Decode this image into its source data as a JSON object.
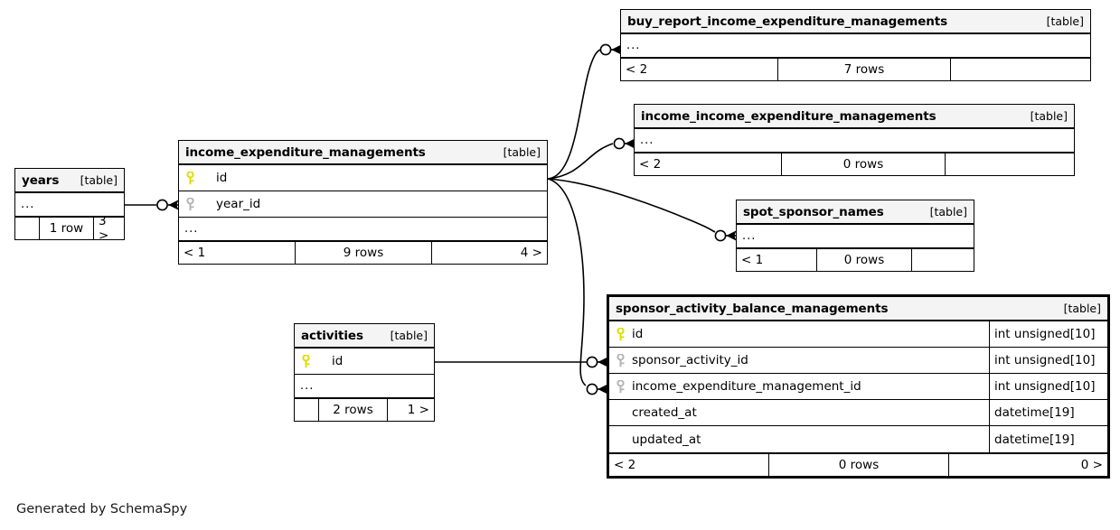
{
  "diagram": {
    "type": "schemaspy-er-diagram",
    "credit": "Generated by SchemaSpy",
    "table_tag": "[table]",
    "ellipsis": "...",
    "colors": {
      "background": "#ffffff",
      "header_fill": "#f4f4f4",
      "border": "#000000",
      "primary_key_icon": "#e8e800",
      "foreign_key_icon": "#b3b3b3",
      "edge": "#000000"
    }
  },
  "tables": {
    "years": {
      "name": "years",
      "tag": "[table]",
      "rows": [
        {
          "label": "...",
          "key": "none",
          "type": ""
        }
      ],
      "footer": {
        "left": "",
        "center": "1 row",
        "right": "3 >"
      }
    },
    "income_expenditure_managements": {
      "name": "income_expenditure_managements",
      "tag": "[table]",
      "rows": [
        {
          "label": "id",
          "key": "primary",
          "type": ""
        },
        {
          "label": "year_id",
          "key": "foreign",
          "type": ""
        },
        {
          "label": "...",
          "key": "none",
          "type": ""
        }
      ],
      "footer": {
        "left": "< 1",
        "center": "9 rows",
        "right": "4 >"
      }
    },
    "buy_report_income_expenditure_managements": {
      "name": "buy_report_income_expenditure_managements",
      "tag": "[table]",
      "rows": [
        {
          "label": "...",
          "key": "none",
          "type": ""
        }
      ],
      "footer": {
        "left": "< 2",
        "center": "7 rows",
        "right": ""
      }
    },
    "income_income_expenditure_managements": {
      "name": "income_income_expenditure_managements",
      "tag": "[table]",
      "rows": [
        {
          "label": "...",
          "key": "none",
          "type": ""
        }
      ],
      "footer": {
        "left": "< 2",
        "center": "0 rows",
        "right": ""
      }
    },
    "spot_sponsor_names": {
      "name": "spot_sponsor_names",
      "tag": "[table]",
      "rows": [
        {
          "label": "...",
          "key": "none",
          "type": ""
        }
      ],
      "footer": {
        "left": "< 1",
        "center": "0 rows",
        "right": ""
      }
    },
    "activities": {
      "name": "activities",
      "tag": "[table]",
      "rows": [
        {
          "label": "id",
          "key": "primary",
          "type": ""
        },
        {
          "label": "...",
          "key": "none",
          "type": ""
        }
      ],
      "footer": {
        "left": "",
        "center": "2 rows",
        "right": "1 >"
      }
    },
    "sponsor_activity_balance_managements": {
      "name": "sponsor_activity_balance_managements",
      "tag": "[table]",
      "focus": true,
      "rows": [
        {
          "label": "id",
          "key": "primary",
          "type": "int unsigned[10]"
        },
        {
          "label": "sponsor_activity_id",
          "key": "foreign",
          "type": "int unsigned[10]"
        },
        {
          "label": "income_expenditure_management_id",
          "key": "foreign",
          "type": "int unsigned[10]"
        },
        {
          "label": "created_at",
          "key": "none",
          "type": "datetime[19]"
        },
        {
          "label": "updated_at",
          "key": "none",
          "type": "datetime[19]"
        }
      ],
      "footer": {
        "left": "< 2",
        "center": "0 rows",
        "right": "0 >"
      }
    }
  },
  "relationships": [
    {
      "from": "years",
      "to": "income_expenditure_managements",
      "to_column": "year_id"
    },
    {
      "from": "income_expenditure_managements",
      "to": "buy_report_income_expenditure_managements"
    },
    {
      "from": "income_expenditure_managements",
      "to": "income_income_expenditure_managements"
    },
    {
      "from": "income_expenditure_managements",
      "to": "spot_sponsor_names"
    },
    {
      "from": "income_expenditure_managements",
      "to": "sponsor_activity_balance_managements",
      "to_column": "income_expenditure_management_id"
    },
    {
      "from": "activities",
      "to": "sponsor_activity_balance_managements",
      "to_column": "sponsor_activity_id"
    }
  ]
}
